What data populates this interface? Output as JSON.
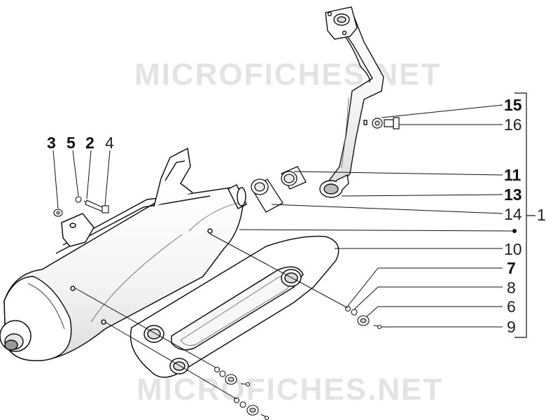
{
  "watermark": "MICROFICHES.NET",
  "assembly_label": "1",
  "callouts": [
    {
      "id": "15",
      "bold": true
    },
    {
      "id": "16",
      "bold": false
    },
    {
      "id": "11",
      "bold": true
    },
    {
      "id": "13",
      "bold": true
    },
    {
      "id": "14",
      "bold": false
    },
    {
      "id": "10",
      "bold": false
    },
    {
      "id": "7",
      "bold": true
    },
    {
      "id": "8",
      "bold": false
    },
    {
      "id": "6",
      "bold": false
    },
    {
      "id": "9",
      "bold": false
    },
    {
      "id": "3",
      "bold": true
    },
    {
      "id": "5",
      "bold": true
    },
    {
      "id": "2",
      "bold": true
    },
    {
      "id": "4",
      "bold": false
    }
  ],
  "colors": {
    "line": "#111111",
    "shade": "#d6d6d6",
    "watermark": "#e3e3e3"
  }
}
